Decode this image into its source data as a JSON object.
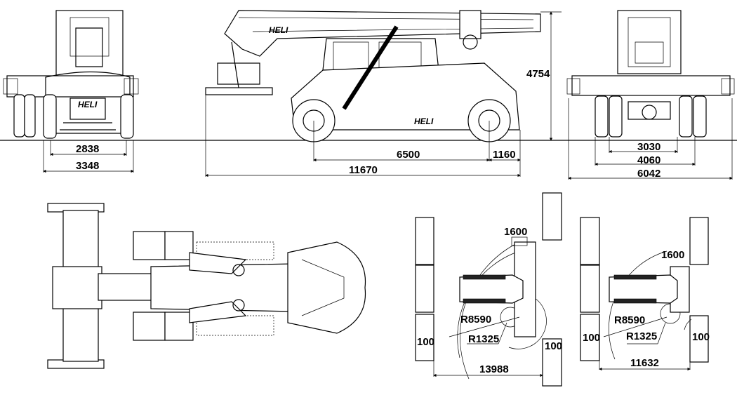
{
  "brand": "HELI",
  "front_view": {
    "dims": {
      "inner_track": "2838",
      "overall_width": "3348"
    }
  },
  "side_view": {
    "dims": {
      "wheelbase": "6500",
      "rear_overhang": "1160",
      "overall_length": "11670",
      "height": "4754"
    }
  },
  "rear_view": {
    "dims": {
      "inner": "3030",
      "middle": "4060",
      "spreader_width": "6042"
    }
  },
  "turning_20ft": {
    "dims": {
      "container_width": "1600",
      "outer_radius": "R8590",
      "inner_radius": "R1325",
      "clearance_left": "100",
      "clearance_right": "100",
      "aisle_width": "13988"
    }
  },
  "turning_40ft": {
    "dims": {
      "container_width": "1600",
      "outer_radius": "R8590",
      "inner_radius": "R1325",
      "clearance_left": "100",
      "clearance_right": "100",
      "aisle_width": "11632"
    }
  }
}
